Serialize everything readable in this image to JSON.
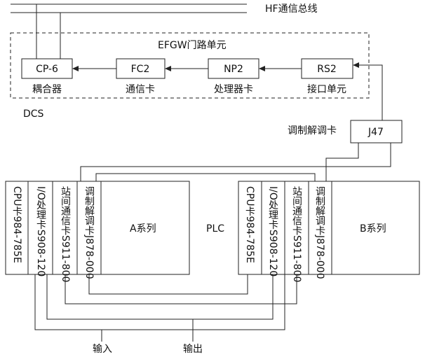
{
  "bus": {
    "label": "HF通信总线"
  },
  "efgw": {
    "title": "EFGW门路单元",
    "modules": [
      {
        "id": "cp6",
        "name": "CP-6",
        "caption": "耦合器"
      },
      {
        "id": "fc2",
        "name": "FC2",
        "caption": "通信卡"
      },
      {
        "id": "np2",
        "name": "NP2",
        "caption": "处理器卡"
      },
      {
        "id": "rs2",
        "name": "RS2",
        "caption": "接口单元"
      }
    ]
  },
  "dcs": {
    "label": "DCS"
  },
  "modem": {
    "label": "调制解调卡",
    "name": "J47"
  },
  "plc": {
    "label": "PLC"
  },
  "racks": [
    {
      "id": "a",
      "series": "A系列",
      "cards": [
        {
          "text": "CPU卡984-785E"
        },
        {
          "text": "I/O处理卡S908-120"
        },
        {
          "text": "站间通信卡S911-800"
        },
        {
          "text": "调制解调卡J878-000"
        }
      ]
    },
    {
      "id": "b",
      "series": "B系列",
      "cards": [
        {
          "text": "CPU卡984-785E"
        },
        {
          "text": "I/O处理卡S908-120"
        },
        {
          "text": "站间通信卡S911-800"
        },
        {
          "text": "调制解调卡J878-000"
        }
      ]
    }
  ],
  "io": {
    "input": "输入",
    "output": "输出"
  }
}
